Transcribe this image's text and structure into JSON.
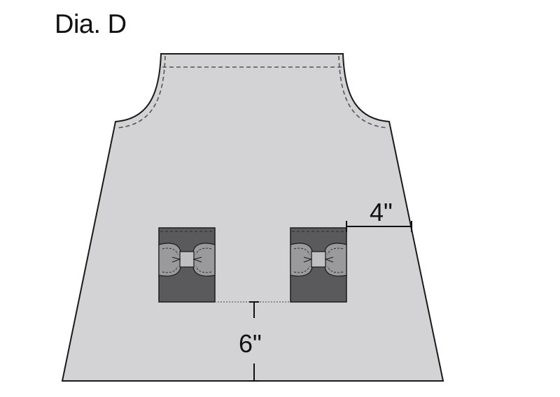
{
  "diagram": {
    "title": "Dia. D",
    "dimension_side": "4\"",
    "dimension_bottom": "6\"",
    "colors": {
      "garment": "#d3d3d5",
      "outline": "#1a1a1a",
      "pocket": "#5a5a5c",
      "bow": "#9a9a9c",
      "bow_center": "#c0c0c2",
      "stitch": "#555555"
    }
  }
}
